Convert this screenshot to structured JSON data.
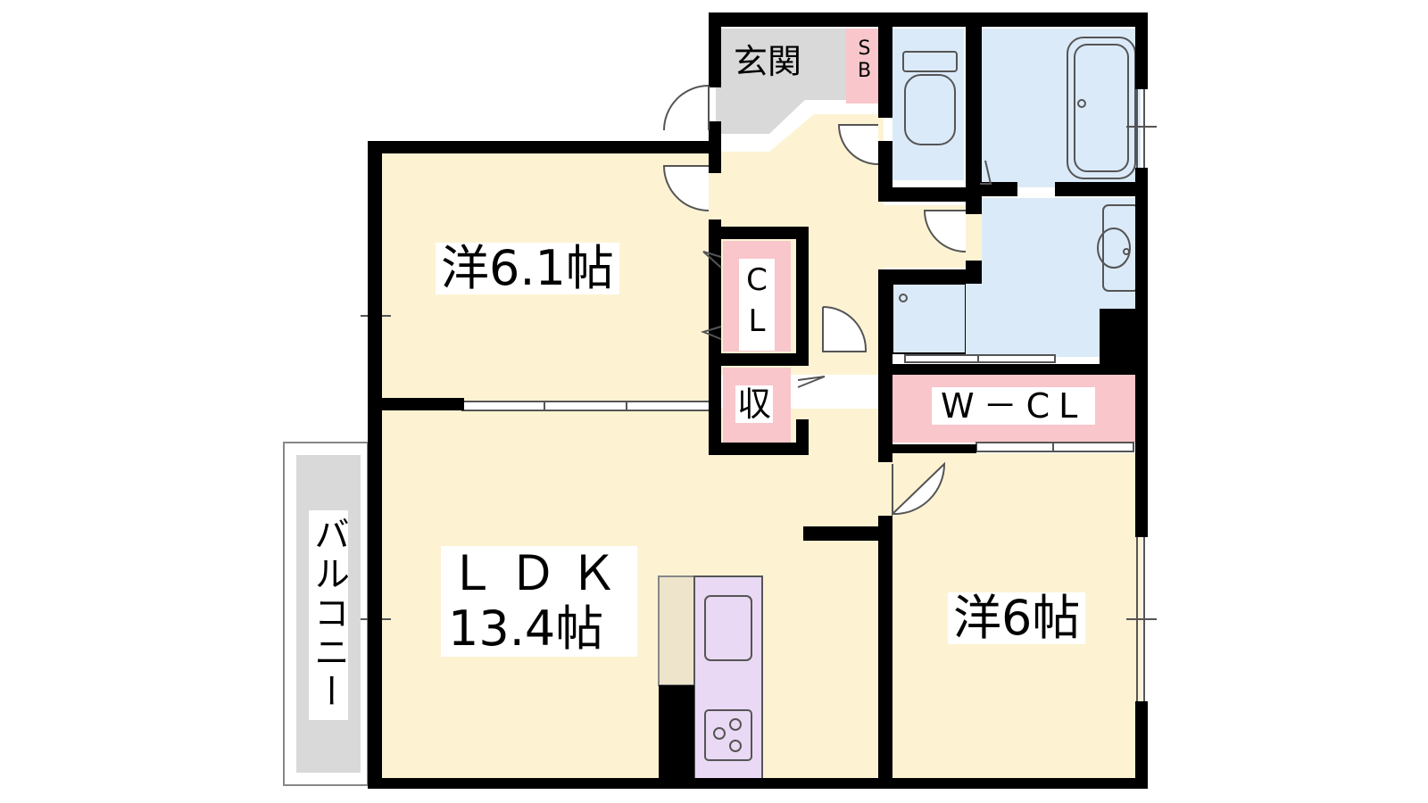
{
  "floor_plan": {
    "rooms": {
      "entrance": "玄関",
      "shoe_box": "SB",
      "western_room_1": "洋6.1帖",
      "closet": "CL",
      "storage": "収",
      "walk_in_closet": "W－CL",
      "ldk_line1": "ＬＤＫ",
      "ldk_line2": "13.4帖",
      "western_room_2": "洋6帖",
      "balcony": "バルコニー"
    },
    "colors": {
      "room_fill": "#fdf3d3",
      "wet_area_fill": "#dbeaf9",
      "storage_fill": "#f8c6cb",
      "entrance_fill": "#d9d9d9",
      "kitchen_fill": "#e9d9f4",
      "counter_fill": "#eee4cc",
      "wall": "#000000"
    }
  }
}
